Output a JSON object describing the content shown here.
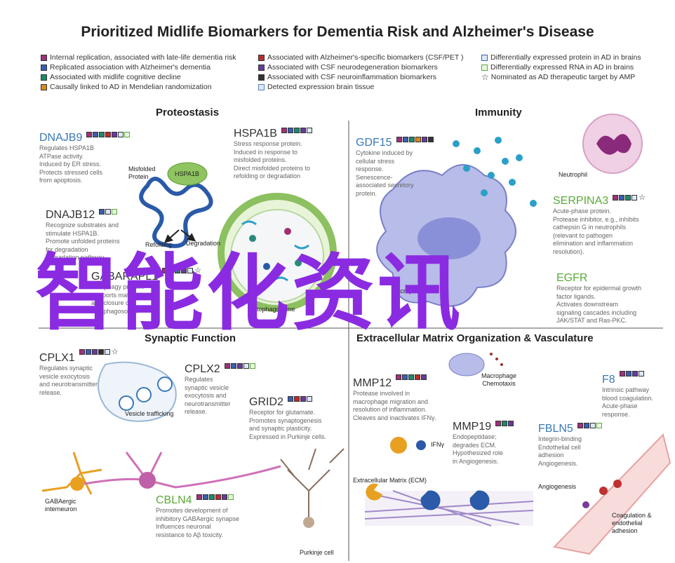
{
  "title": "Prioritized Midlife Biomarkers for Dementia Risk and Alzheimer's Disease",
  "colors": {
    "internal_replication": "#a0307a",
    "replicated_alzheimers": "#3a5fb0",
    "midlife_cognitive": "#1f8a6a",
    "mendelian": "#d88a20",
    "csf_pet": "#c02a2a",
    "csf_neurodegeneration": "#6a3a9a",
    "csf_neuroinflammation": "#333333",
    "brain_tissue": "#a8c4e8",
    "protein_brains": "#5a80c0",
    "rna_brains": "#5aaa3a",
    "watermark": "#8a2be2"
  },
  "legend": {
    "col1": [
      {
        "label": "Internal replication, associated with late-life dementia risk",
        "color": "#a0307a"
      },
      {
        "label": "Replicated association with Alzheimer's dementia",
        "color": "#3a5fb0"
      },
      {
        "label": "Associated with midlife cognitive decline",
        "color": "#1f8a6a"
      },
      {
        "label": "Causally linked to AD in Mendelian randomization",
        "color": "#d88a20"
      }
    ],
    "col2": [
      {
        "label": "Associated with Alzheimer's-specific biomarkers (CSF/PET )",
        "color": "#c02a2a"
      },
      {
        "label": "Associated with CSF neurodegeneration biomarkers",
        "color": "#6a3a9a"
      },
      {
        "label": "Associated with CSF neuroinflammation biomarkers",
        "color": "#333333"
      },
      {
        "label": "Detected expression brain tissue",
        "color": "#dce8f8"
      }
    ],
    "col3": [
      {
        "label": "Differentially expressed protein in AD in brains",
        "color": "#dce8f8"
      },
      {
        "label": "Differentially expressed RNA in AD in brains",
        "color": "#e8f6e0"
      },
      {
        "label": "Nominated as AD therapeutic target by AMP",
        "icon": "star-icon"
      }
    ]
  },
  "quadrants": {
    "proteostasis": "Proteostasis",
    "immunity": "Immunity",
    "synaptic": "Synaptic Function",
    "ecm": "Extracellular Matrix Organization & Vasculature"
  },
  "genes": {
    "DNAJB9": {
      "name": "DNAJB9",
      "desc": "Regulates HSPA1B\nATPase activity.\nInduced by ER stress.\nProtects stressed cells\nfrom apoptosis."
    },
    "HSPA1B": {
      "name": "HSPA1B",
      "desc": "Stress response protein.\nInduced in response to\nmisfolded proteins.\nDirect misfolded proteins to\nrefolding or degradation"
    },
    "DNAJB12": {
      "name": "DNAJB12",
      "desc": "Recognize substrates and\nstimulate HSPA1B.\nPromote unfolded proteins\nfor degradation\ndegradation pathway."
    },
    "GABARAPL1": {
      "name": "GABARAPL1",
      "desc": "Autophagy protein.\nSupports maturation\nand closure of\nautophagosome."
    },
    "GDF15": {
      "name": "GDF15",
      "desc": "Cytokine induced by\ncellular stress\nresponse.\nSenescence-\nassociated secretory\nprotein."
    },
    "SERPINA3": {
      "name": "SERPINA3",
      "desc": "Acute-phase protein.\nProtease inhibitor, e.g., inhibits\ncathepsin G in neutrophils\n(relevant to pathogen\nelimination and inflammation\nresolution)."
    },
    "EGFR": {
      "name": "EGFR",
      "desc": "Receptor for epidermal growth\nfactor ligands.\nActivates downstream\nsignaling cascades including\nJAK/STAT and Ras-PKC."
    },
    "CPLX1": {
      "name": "CPLX1",
      "desc": "Regulates synaptic\nvesicle exocytosis\nand neurotransmitter\nrelease."
    },
    "CPLX2": {
      "name": "CPLX2",
      "desc": "Regulates\nsynaptic vesicle\nexocytosis and\nneurotransmitter\nrelease."
    },
    "GRID2": {
      "name": "GRID2",
      "desc": "Receptor for glutamate.\nPromotes synaptogenesis\nand synaptic plasticity.\nExpressed in Purkinje cells."
    },
    "CBLN4": {
      "name": "CBLN4",
      "desc": "Promotes development of\ninhibitory GABAergic synapse\nInfluences neuronal\nresistance to Aβ toxicity."
    },
    "MMP12": {
      "name": "MMP12",
      "desc": "Protease involved in\nmacrophage migration and\nresolution of inflammation.\nCleaves and inactivates IFNγ."
    },
    "MMP19": {
      "name": "MMP19",
      "desc": "Endopeptidase;\ndegrades ECM.\nHypothesized role\nin Angiogenesis."
    },
    "F8": {
      "name": "F8",
      "desc": "Intrinsic pathway\nblood coagulation.\nAcute-phase\nresponse."
    },
    "FBLN5": {
      "name": "FBLN5",
      "desc": "Integrin-binding\nEndothelial cell\nadhesion\nAngiogenesis."
    }
  },
  "labels": {
    "misfolded": "Misfolded\nProtein",
    "hspa1b_blob": "HSPA1B",
    "refolding": "Refolding",
    "degradation": "Degradation",
    "autophagosome": "Autophagosome",
    "neutrophil": "Neutrophil",
    "macrophage": "Macrophage",
    "vesicle": "Vesicle trafficking",
    "gabaergic": "GABAergic\ninterneuron",
    "purkinje": "Purkinje cell",
    "macrophage_chemo": "Macrophage\nChemotaxis",
    "ifng": "IFNγ",
    "ecm_label": "Extracellular Matrix (ECM)",
    "angiogenesis": "Angiogenesis",
    "coagulation": "Coagulation &\nendothelial\nadhesion"
  },
  "watermark": "智能化资讯"
}
